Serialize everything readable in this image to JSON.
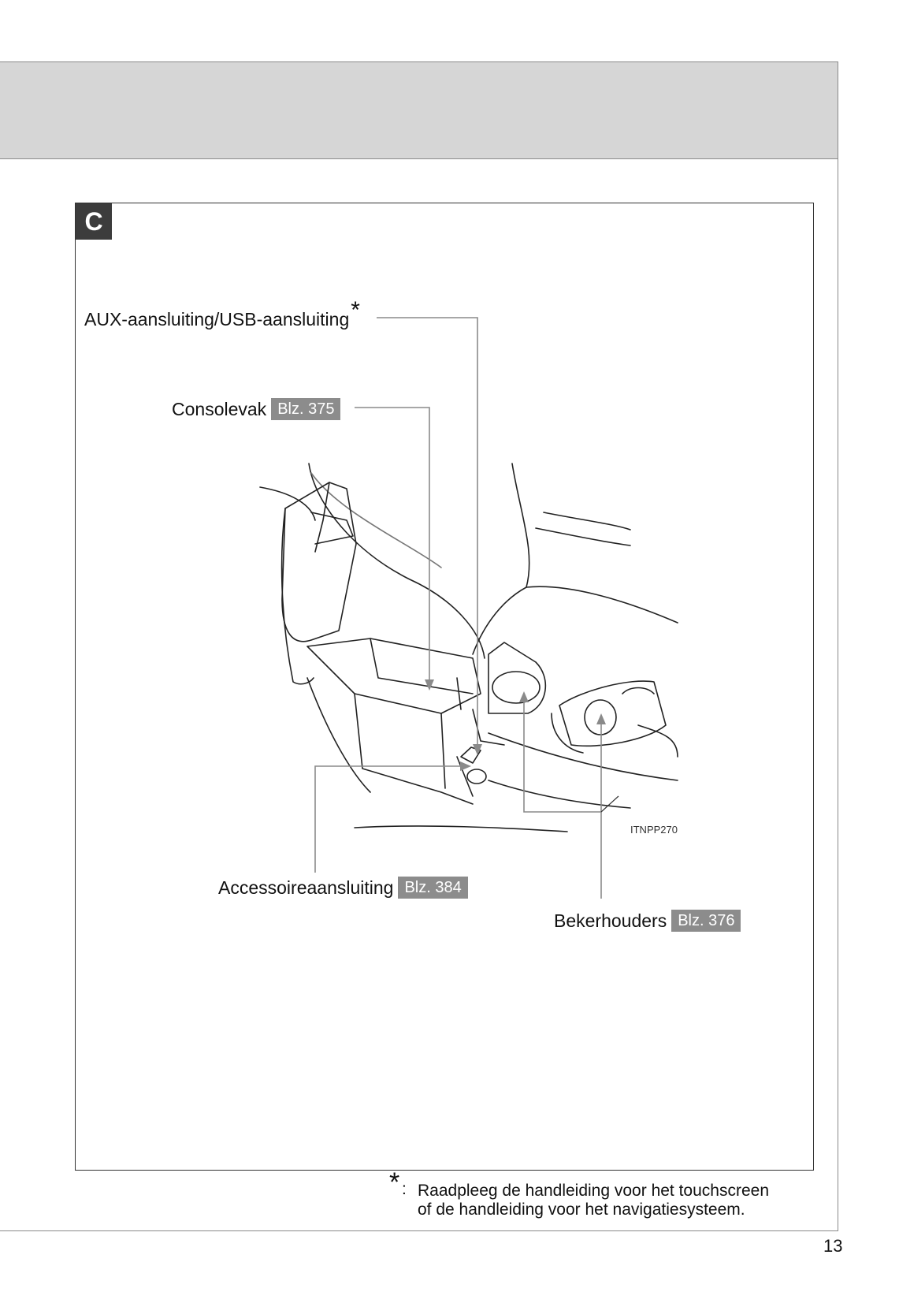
{
  "section": {
    "letter": "C"
  },
  "callouts": {
    "aux_usb": {
      "label": "AUX-aansluiting/USB-aansluiting",
      "marker": "*"
    },
    "console": {
      "label": "Consolevak",
      "page": "Blz. 375"
    },
    "accessory": {
      "label": "Accessoireaansluiting",
      "page": "Blz. 384"
    },
    "cupholders": {
      "label": "Bekerhouders",
      "page": "Blz. 376"
    }
  },
  "image_code": "ITNPP270",
  "footnote": {
    "marker": "*",
    "separator": ":",
    "line1": "Raadpleeg de handleiding voor het touchscreen",
    "line2": "of de handleiding voor het navigatiesysteem."
  },
  "page_number": "13"
}
